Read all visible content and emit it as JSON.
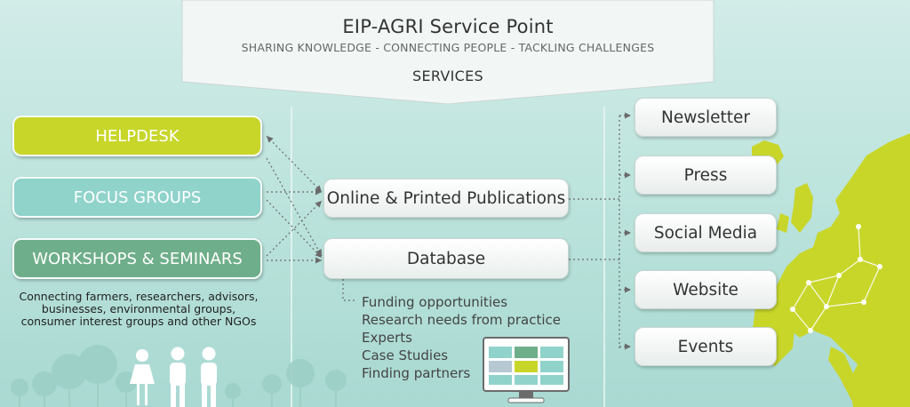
{
  "banner": {
    "title": "EIP-AGRI Service Point",
    "subtitle": "SHARING KNOWLEDGE - CONNECTING PEOPLE - TACKLING CHALLENGES",
    "services": "SERVICES"
  },
  "left_boxes": [
    {
      "label": "HELPDESK",
      "color": "#c8d62a"
    },
    {
      "label": "FOCUS GROUPS",
      "color": "#8fd3cb"
    },
    {
      "label": "WORKSHOPS & SEMINARS",
      "color": "#6fae8a"
    }
  ],
  "caption": [
    "Connecting farmers, researchers, advisors,",
    "businesses, environmental groups,",
    "consumer interest groups and other NGOs"
  ],
  "center_boxes": [
    {
      "label": "Online & Printed Publications"
    },
    {
      "label": "Database"
    }
  ],
  "database_items": [
    "Funding opportunities",
    "Research needs from practice",
    "Experts",
    "Case Studies",
    "Finding partners"
  ],
  "right_boxes": [
    "Newsletter",
    "Press",
    "Social Media",
    "Website",
    "Events"
  ],
  "colors": {
    "accent_lime": "#c8d62a",
    "accent_teal": "#8fd3cb",
    "accent_green": "#6fae8a",
    "background": "#b7e1da"
  }
}
